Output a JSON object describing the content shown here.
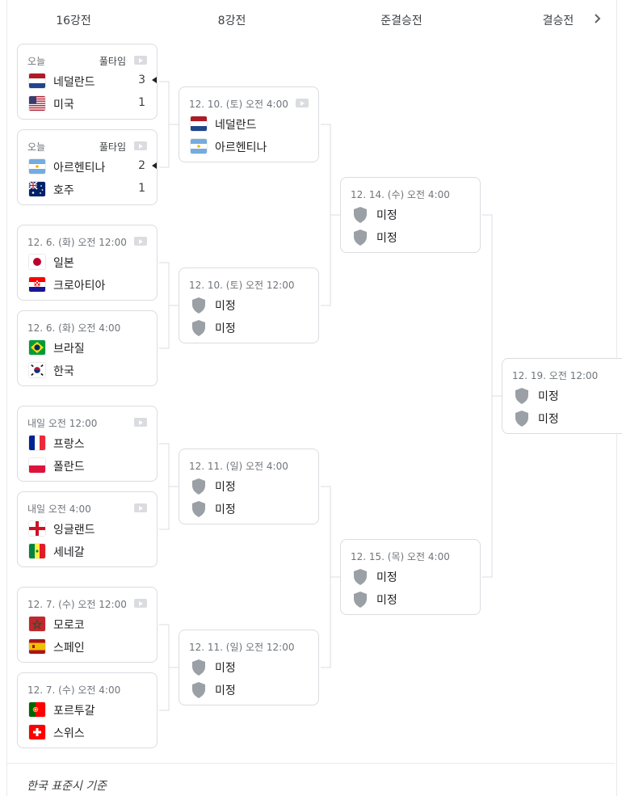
{
  "rounds": [
    "16강전",
    "8강전",
    "준결승전",
    "결승전"
  ],
  "round_of_16": [
    {
      "time": "오늘",
      "status": "풀타임",
      "video": true,
      "t1": {
        "name": "네덜란드",
        "flag": "nl",
        "score": "3",
        "winner": true
      },
      "t2": {
        "name": "미국",
        "flag": "us",
        "score": "1"
      }
    },
    {
      "time": "오늘",
      "status": "풀타임",
      "video": true,
      "t1": {
        "name": "아르헨티나",
        "flag": "ar",
        "score": "2",
        "winner": true
      },
      "t2": {
        "name": "호주",
        "flag": "au",
        "score": "1"
      }
    },
    {
      "time": "12. 6. (화) 오전 12:00",
      "video": true,
      "t1": {
        "name": "일본",
        "flag": "jp"
      },
      "t2": {
        "name": "크로아티아",
        "flag": "hr"
      }
    },
    {
      "time": "12. 6. (화) 오전 4:00",
      "video": false,
      "t1": {
        "name": "브라질",
        "flag": "br"
      },
      "t2": {
        "name": "한국",
        "flag": "kr"
      }
    },
    {
      "time": "내일 오전 12:00",
      "video": true,
      "t1": {
        "name": "프랑스",
        "flag": "fr"
      },
      "t2": {
        "name": "폴란드",
        "flag": "pl"
      }
    },
    {
      "time": "내일 오전 4:00",
      "video": true,
      "t1": {
        "name": "잉글랜드",
        "flag": "en"
      },
      "t2": {
        "name": "세네갈",
        "flag": "sn"
      }
    },
    {
      "time": "12. 7. (수) 오전 12:00",
      "video": true,
      "t1": {
        "name": "모로코",
        "flag": "ma"
      },
      "t2": {
        "name": "스페인",
        "flag": "es"
      }
    },
    {
      "time": "12. 7. (수) 오전 4:00",
      "video": false,
      "t1": {
        "name": "포르투갈",
        "flag": "pt"
      },
      "t2": {
        "name": "스위스",
        "flag": "ch"
      }
    }
  ],
  "quarter_finals": [
    {
      "time": "12. 10. (토) 오전 4:00",
      "video": true,
      "t1": {
        "name": "네덜란드",
        "flag": "nl"
      },
      "t2": {
        "name": "아르헨티나",
        "flag": "ar"
      }
    },
    {
      "time": "12. 10. (토) 오전 12:00",
      "video": false,
      "t1": {
        "name": "미정",
        "flag": "tbd"
      },
      "t2": {
        "name": "미정",
        "flag": "tbd"
      }
    },
    {
      "time": "12. 11. (일) 오전 4:00",
      "video": false,
      "t1": {
        "name": "미정",
        "flag": "tbd"
      },
      "t2": {
        "name": "미정",
        "flag": "tbd"
      }
    },
    {
      "time": "12. 11. (일) 오전 12:00",
      "video": false,
      "t1": {
        "name": "미정",
        "flag": "tbd"
      },
      "t2": {
        "name": "미정",
        "flag": "tbd"
      }
    }
  ],
  "semi_finals": [
    {
      "time": "12. 14. (수) 오전 4:00",
      "video": false,
      "t1": {
        "name": "미정",
        "flag": "tbd"
      },
      "t2": {
        "name": "미정",
        "flag": "tbd"
      }
    },
    {
      "time": "12. 15. (목) 오전 4:00",
      "video": false,
      "t1": {
        "name": "미정",
        "flag": "tbd"
      },
      "t2": {
        "name": "미정",
        "flag": "tbd"
      }
    }
  ],
  "final": [
    {
      "time": "12. 19. 오전 12:00",
      "video": false,
      "t1": {
        "name": "미정",
        "flag": "tbd"
      },
      "t2": {
        "name": "미정",
        "flag": "tbd"
      }
    }
  ],
  "footnote": "한국 표준시 기준",
  "icons": {
    "next": "chevron-right-icon",
    "video": "video-icon",
    "tbd": "shield-icon"
  },
  "colors": {
    "border": "#dadce0",
    "text": "#202124",
    "muted": "#70757a",
    "shield": "#9aa0a6"
  }
}
